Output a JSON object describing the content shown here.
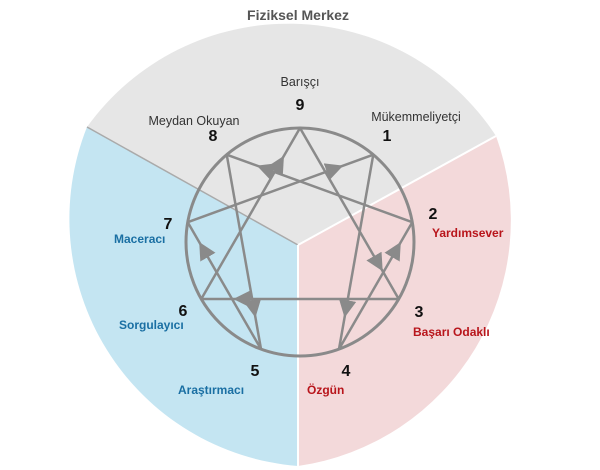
{
  "diagram": {
    "title": "Fiziksel Merkez",
    "colors": {
      "top_sector": "#e6e6e6",
      "right_sector": "#f3d9da",
      "left_sector": "#c4e5f2",
      "lines": "#8a8a8a",
      "label_gray": "#333333",
      "label_red": "#b8151b",
      "label_blue": "#1a6fa3"
    },
    "points": [
      {
        "num": "9",
        "label": "Barışçı",
        "color": "gray"
      },
      {
        "num": "1",
        "label": "Mükemmeliyetçi",
        "color": "gray"
      },
      {
        "num": "2",
        "label": "Yardımsever",
        "color": "red"
      },
      {
        "num": "3",
        "label": "Başarı Odaklı",
        "color": "red"
      },
      {
        "num": "4",
        "label": "Özgün",
        "color": "red"
      },
      {
        "num": "5",
        "label": "Araştırmacı",
        "color": "blue"
      },
      {
        "num": "6",
        "label": "Sorgulayıcı",
        "color": "blue"
      },
      {
        "num": "7",
        "label": "Maceracı",
        "color": "blue"
      },
      {
        "num": "8",
        "label": "Meydan Okuyan",
        "color": "gray"
      }
    ]
  }
}
